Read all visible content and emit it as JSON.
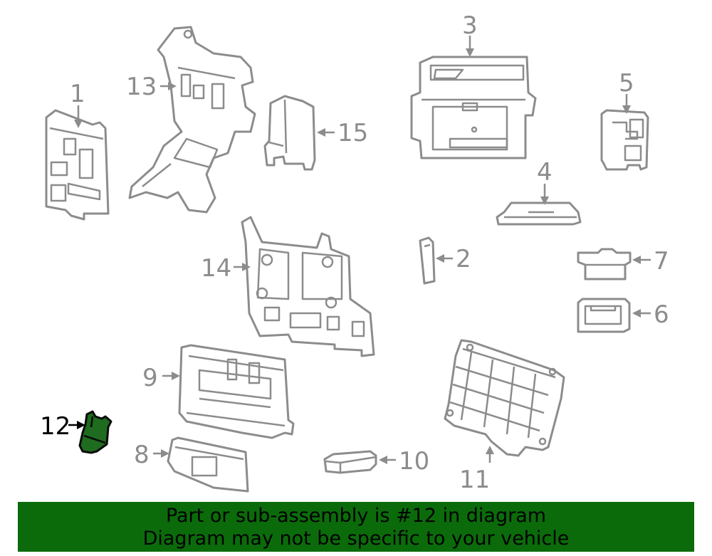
{
  "callouts": {
    "c1": "1",
    "c2": "2",
    "c3": "3",
    "c4": "4",
    "c5": "5",
    "c6": "6",
    "c7": "7",
    "c8": "8",
    "c9": "9",
    "c10": "10",
    "c11": "11",
    "c12": "12",
    "c13": "13",
    "c14": "14",
    "c15": "15"
  },
  "highlighted_part": "12",
  "colors": {
    "banner_background": "#0b6b0b",
    "highlight_fill": "#1f6b1f",
    "line_art": "#8c8c8c"
  },
  "banner": {
    "line1": "Part or sub-assembly is #12 in diagram",
    "line2": "Diagram may not be specific to your vehicle"
  }
}
